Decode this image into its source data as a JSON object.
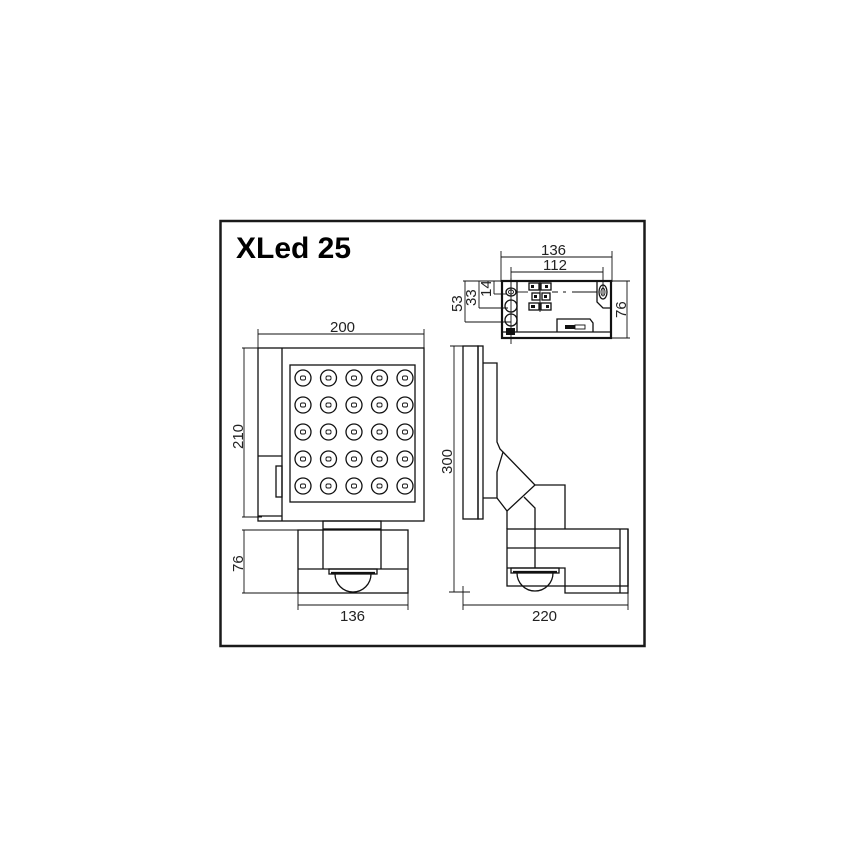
{
  "title": "XLed 25",
  "frame": {
    "border_color": "#1a1a1a",
    "background": "#ffffff"
  },
  "front_view": {
    "width_label": "200",
    "height_label": "210",
    "led_grid": {
      "rows": 5,
      "cols": 5,
      "count": 25
    }
  },
  "bottom_view": {
    "height_label": "76",
    "width_label": "136"
  },
  "side_view": {
    "height_label": "300",
    "depth_label": "220"
  },
  "wall_plate_view": {
    "outer_width_label": "136",
    "hole_spacing_label": "112",
    "height_label": "76",
    "dim_53_label": "53",
    "dim_33_label": "33",
    "dim_14_label": "14"
  }
}
